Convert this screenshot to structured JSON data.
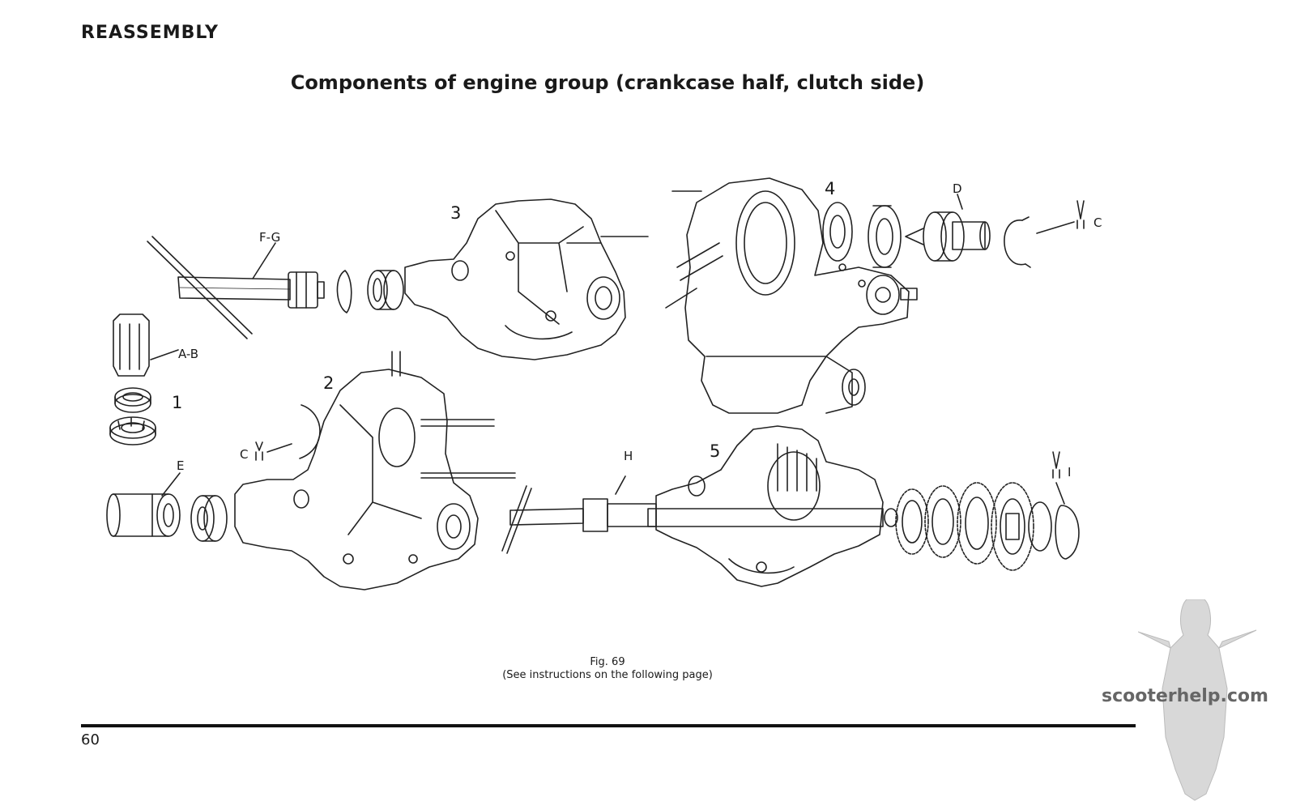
{
  "header": {
    "section": "REASSEMBLY",
    "title": "Components of engine group (crankcase half, clutch side)"
  },
  "figure": {
    "number_labels": [
      "1",
      "2",
      "3",
      "4",
      "5"
    ],
    "letter_labels": {
      "fg": "F-G",
      "ab": "A-B",
      "c_left": "C",
      "c_right": "C",
      "d": "D",
      "e": "E",
      "h": "H",
      "i": "I"
    },
    "caption_line1": "Fig. 69",
    "caption_line2": "(See instructions on the following page)"
  },
  "footer": {
    "page_number": "60",
    "watermark": "scooterhelp.com"
  },
  "colors": {
    "ink": "#1a1a1a",
    "paper": "#ffffff",
    "watermark": "#666666"
  }
}
